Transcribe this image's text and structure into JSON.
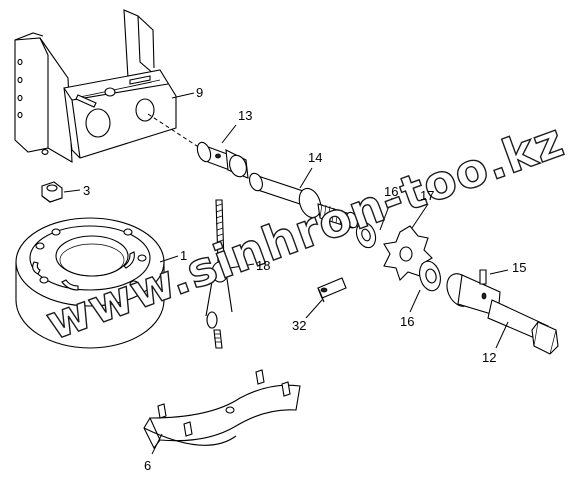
{
  "diagram": {
    "watermark": "www.sinhron-too.kz",
    "colors": {
      "ink": "#000000",
      "background": "#ffffff"
    },
    "labels": {
      "p1": "1",
      "p3": "3",
      "p6": "6",
      "p9": "9",
      "p12": "12",
      "p13": "13",
      "p14": "14",
      "p15": "15",
      "p16a": "16",
      "p16b": "16",
      "p17": "17",
      "p18": "18",
      "p32": "32"
    }
  }
}
